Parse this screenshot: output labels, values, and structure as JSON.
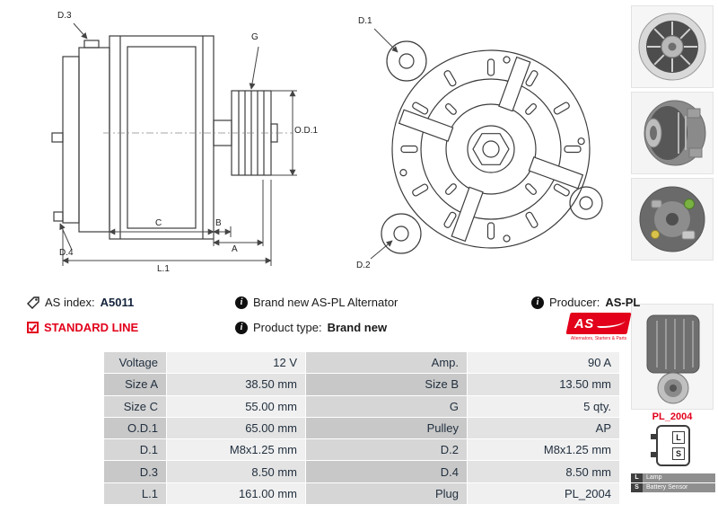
{
  "dims": {
    "d3": "D.3",
    "g": "G",
    "od1": "O.D.1",
    "d4": "D.4",
    "c": "C",
    "b": "B",
    "a": "A",
    "l1": "L.1",
    "d1": "D.1",
    "d2": "D.2"
  },
  "info": {
    "as_index_label": "AS index:",
    "as_index_value": "A5011",
    "brand_new": "Brand new AS-PL Alternator",
    "producer_label": "Producer:",
    "producer_value": "AS-PL",
    "standard_line": "STANDARD LINE",
    "product_type_label": "Product type:",
    "product_type_value": "Brand new",
    "logo_text": "AS",
    "logo_tagline": "Alternators, Starters & Parts"
  },
  "plug": {
    "name": "PL_2004",
    "pins": [
      "L",
      "S"
    ],
    "legend": [
      {
        "key": "L",
        "label": "Lamp"
      },
      {
        "key": "S",
        "label": "Battery Sensor"
      }
    ]
  },
  "spec_table": {
    "rows": [
      {
        "l1": "Voltage",
        "v1": "12 V",
        "l2": "Amp.",
        "v2": "90 A"
      },
      {
        "l1": "Size A",
        "v1": "38.50 mm",
        "l2": "Size B",
        "v2": "13.50 mm"
      },
      {
        "l1": "Size C",
        "v1": "55.00 mm",
        "l2": "G",
        "v2": "5 qty."
      },
      {
        "l1": "O.D.1",
        "v1": "65.00 mm",
        "l2": "Pulley",
        "v2": "AP"
      },
      {
        "l1": "D.1",
        "v1": "M8x1.25 mm",
        "l2": "D.2",
        "v2": "M8x1.25 mm"
      },
      {
        "l1": "D.3",
        "v1": "8.50 mm",
        "l2": "D.4",
        "v2": "8.50 mm"
      },
      {
        "l1": "L.1",
        "v1": "161.00 mm",
        "l2": "Plug",
        "v2": "PL_2004"
      }
    ]
  },
  "colors": {
    "accent": "#e2001a"
  }
}
